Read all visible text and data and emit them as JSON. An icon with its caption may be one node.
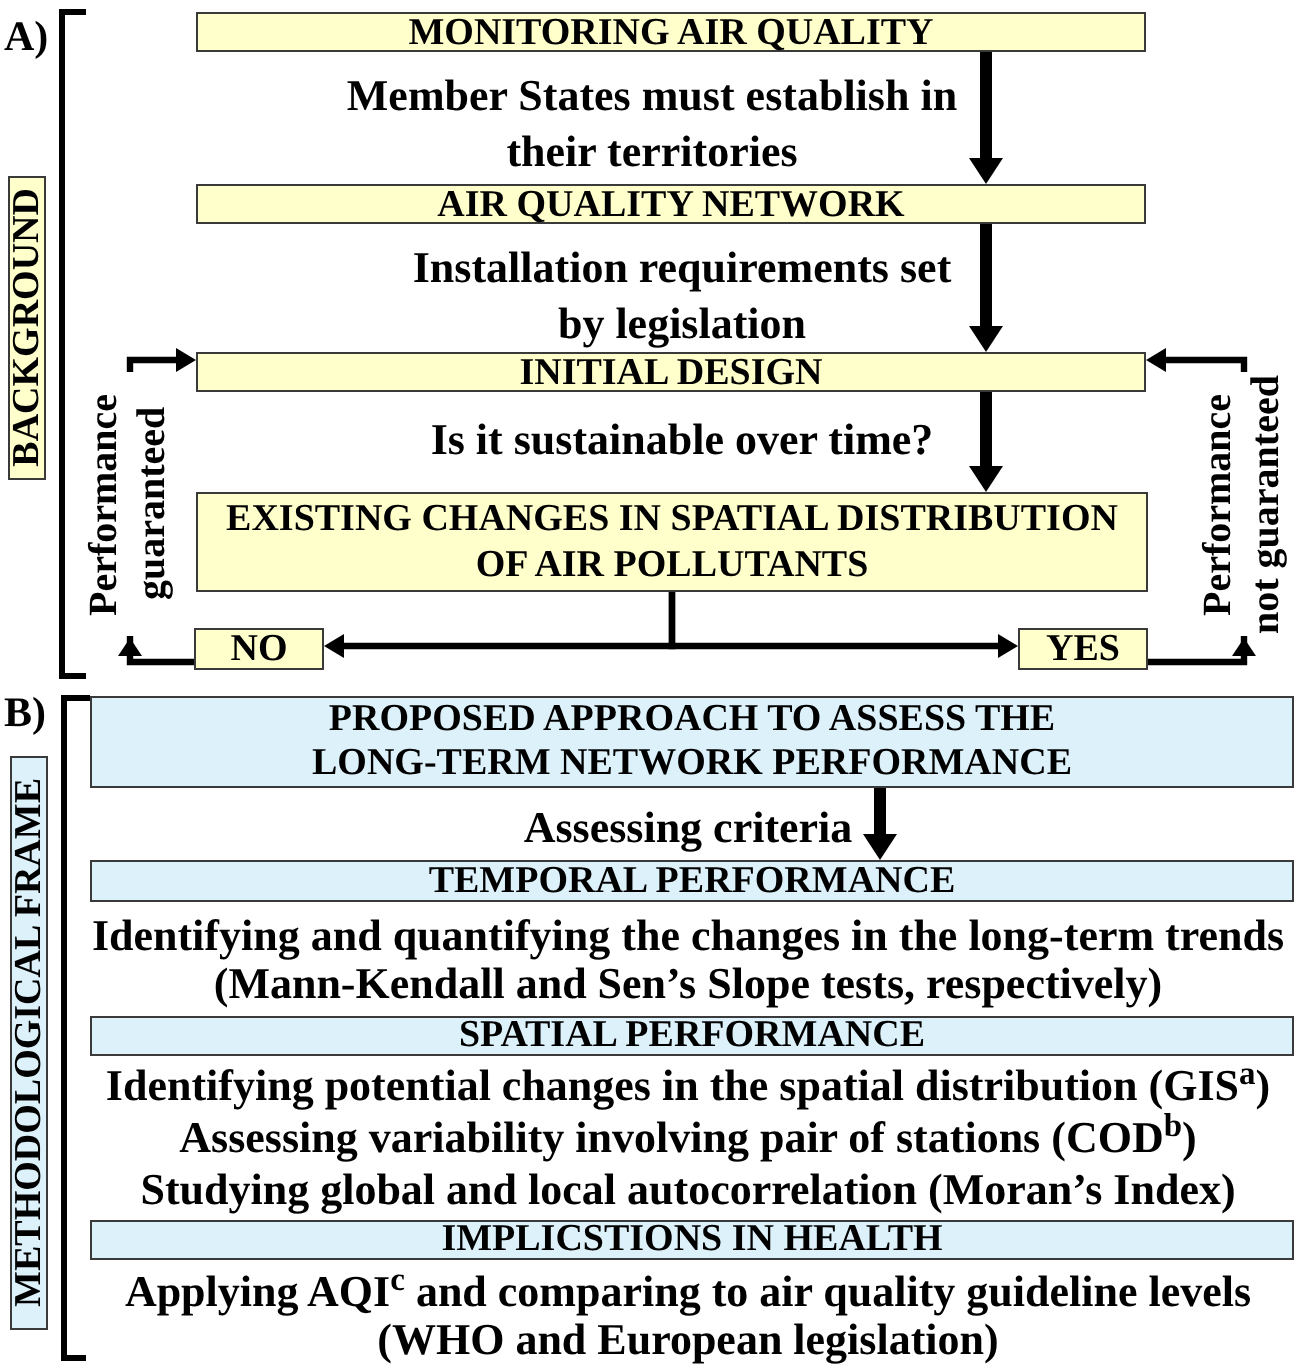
{
  "diagram": {
    "nodes": [
      {
        "text": [
          "BACKGROUND"
        ]
      },
      {
        "text": [
          "MONITORING AIR QUALITY"
        ]
      },
      {
        "text": [
          "AIR QUALITY NETWORK"
        ]
      },
      {
        "text": [
          "INITIAL DESIGN"
        ]
      },
      {
        "text": [
          "EXISTING CHANGES IN SPATIAL DISTRIBUTION OF AIR POLLUTANTS"
        ]
      },
      {
        "text": [
          "NO"
        ]
      },
      {
        "text": [
          "YES"
        ]
      },
      {
        "text": [
          "METHODOLOGICAL FRAME"
        ]
      },
      {
        "text": [
          "PROPOSED APPROACH TO ASSESS THE LONG-TERM NETWORK PERFORMANCE"
        ]
      },
      {
        "text": [
          "TEMPORAL PERFORMANCE"
        ]
      },
      {
        "text": [
          "SPATIAL PERFORMANCE"
        ]
      },
      {
        "text": [
          "IMPLICSTIONS IN HEALTH"
        ]
      }
    ],
    "edges": [
      {
        "from": 1,
        "to": 2,
        "arrow": "to",
        "label": "Member States must establish in their territories",
        "style": "thick"
      },
      {
        "from": 2,
        "to": 3,
        "arrow": "to",
        "label": "Installation requirements set by legislation",
        "style": "thick"
      },
      {
        "from": 3,
        "to": 4,
        "arrow": "to",
        "label": "Is it sustainable over time?",
        "style": "thick"
      },
      {
        "from": 4,
        "to": 5,
        "arrow": "to"
      },
      {
        "from": 4,
        "to": 6,
        "arrow": "to"
      },
      {
        "from": 5,
        "to": 3,
        "arrow": "to",
        "label": "Performance guaranteed"
      },
      {
        "from": 6,
        "to": 3,
        "arrow": "to",
        "label": "Performance not guaranteed"
      },
      {
        "from": 8,
        "to": 9,
        "arrow": "to",
        "label": "Assessing criteria",
        "style": "thick"
      }
    ],
    "labels": [
      "A)",
      "B)",
      "Identifying and quantifying the changes in the long-term trends (Mann-Kendall and Sen’s Slope tests, respectively)",
      "Identifying potential changes in the spatial distribution (GIS$^{a}$)",
      "Assessing variability involving pair of stations (COD$^{b}$)",
      "Studying global and local autocorrelation (Moran’s Index)",
      "Applying AQI$^{c}$ and comparing to air quality guideline levels (WHO and European legislation)"
    ]
  }
}
